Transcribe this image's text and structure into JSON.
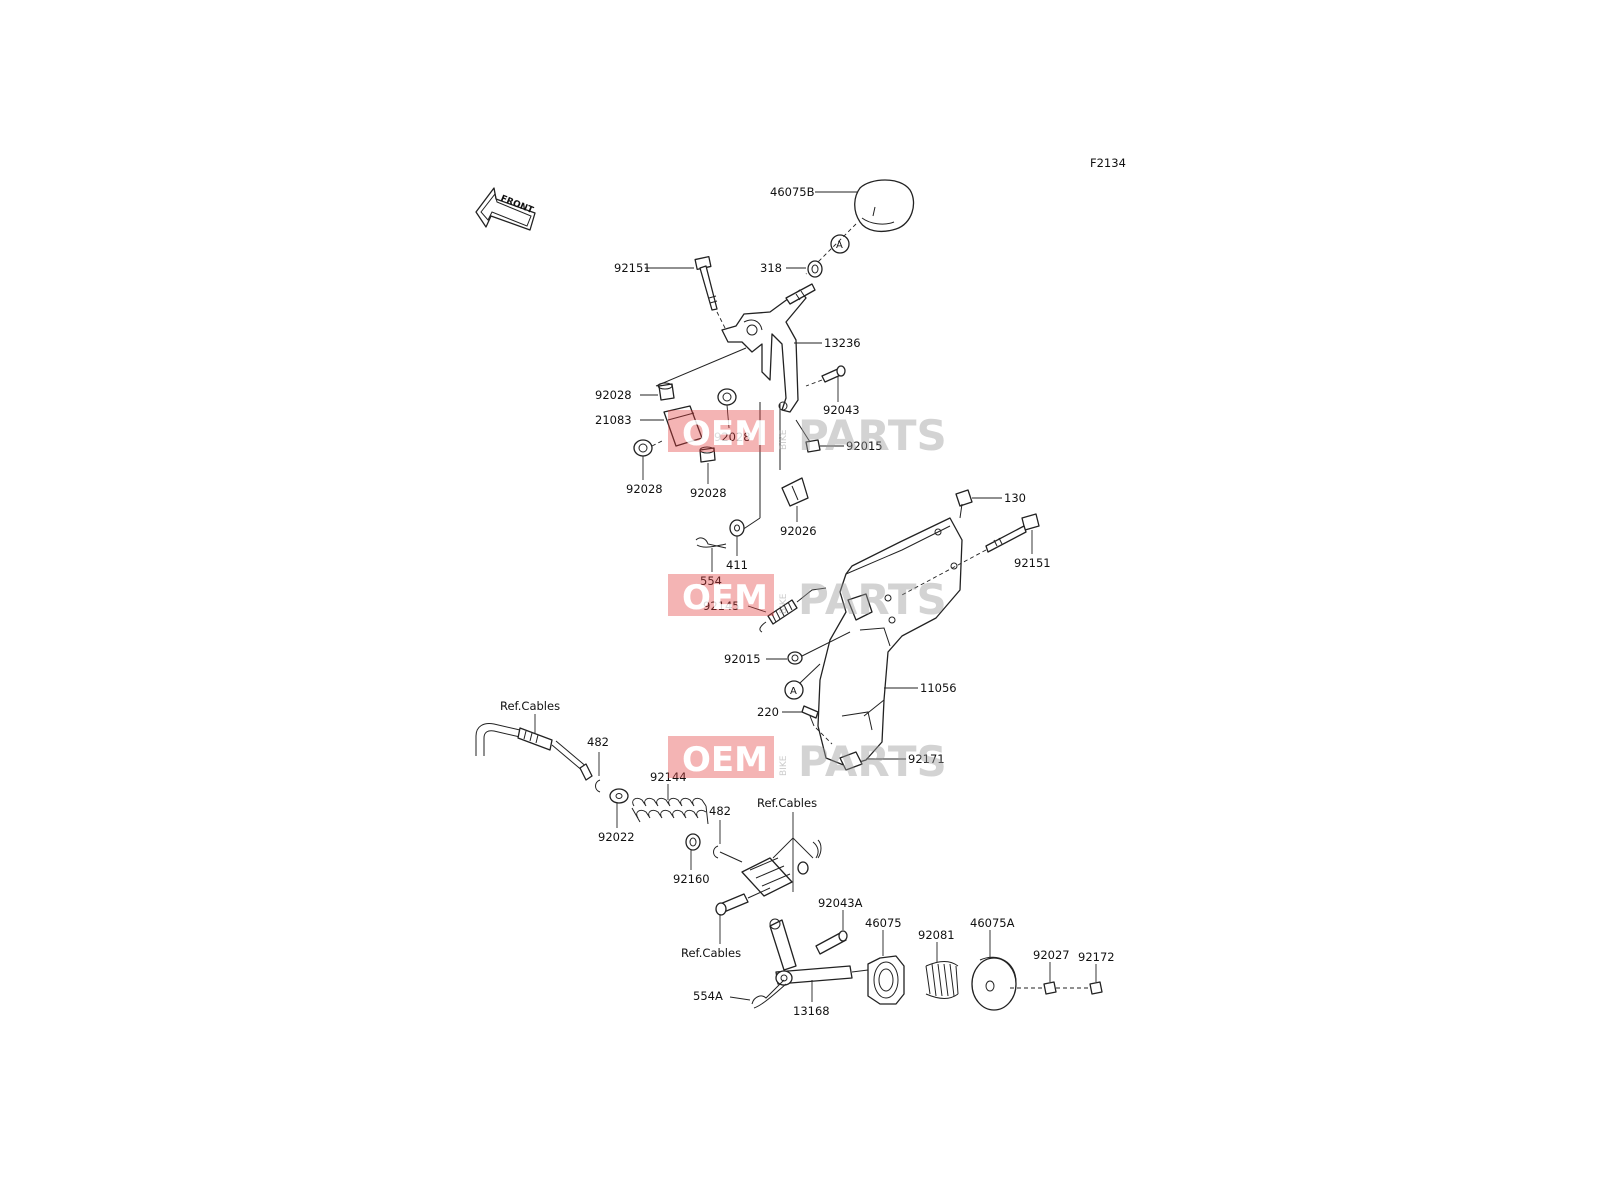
{
  "figure_code": "F2134",
  "front_marker": "FRONT",
  "ref_marker": "A",
  "watermark": {
    "brand": "OEM",
    "vertical": "BIKE",
    "suffix": "PARTS",
    "color": "#e23b3b"
  },
  "labels": {
    "p46075B": "46075B",
    "p318": "318",
    "p92151_top": "92151",
    "p13236": "13236",
    "p92028_a": "92028",
    "p21083": "21083",
    "p92028_b": "92028",
    "p92043": "92043",
    "p92015_top": "92015",
    "p92028_c": "92028",
    "p92028_d": "92028",
    "p92026": "92026",
    "p130": "130",
    "p92151_mid": "92151",
    "p411": "411",
    "p554": "554",
    "p92145": "92145",
    "p92015_mid": "92015",
    "p11056": "11056",
    "p220": "220",
    "p92171": "92171",
    "refcables_1": "Ref.Cables",
    "p482_a": "482",
    "p92144": "92144",
    "p92022": "92022",
    "p482_b": "482",
    "refcables_2": "Ref.Cables",
    "p92160": "92160",
    "p92043A": "92043A",
    "p46075": "46075",
    "p92081": "92081",
    "p46075A": "46075A",
    "p92027": "92027",
    "p92172": "92172",
    "refcables_3": "Ref.Cables",
    "p554A": "554A",
    "p13168": "13168"
  }
}
